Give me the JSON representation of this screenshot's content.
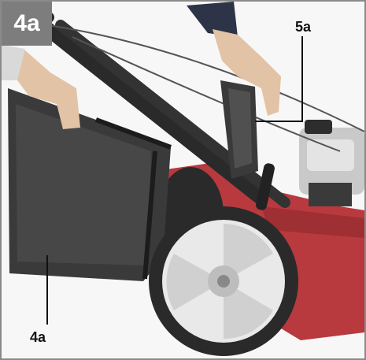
{
  "figure": {
    "step_label": "4a",
    "callouts": [
      {
        "id": "5a",
        "label": "5a"
      },
      {
        "id": "4a",
        "label": "4a"
      }
    ]
  },
  "colors": {
    "badge_background": "#7d7d7d",
    "badge_text": "#ffffff",
    "frame_border": "#8a8a8a",
    "mower_red": "#b83a3e",
    "wheel_dark": "#2a2a2a",
    "wheel_hub": "#eeeeee",
    "grass_bag": "#3a3a3a"
  }
}
